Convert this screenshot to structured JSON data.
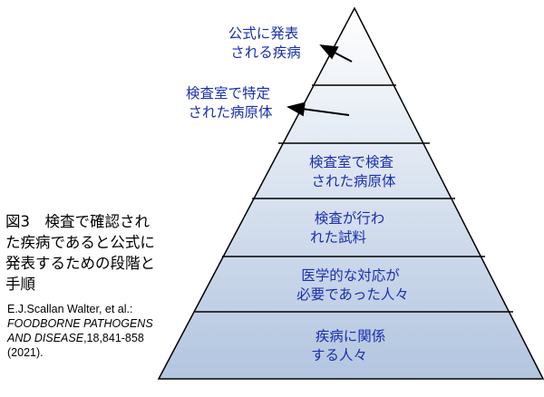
{
  "pyramid_levels": [
    {
      "line1": "",
      "line2": ""
    },
    {
      "line1": "",
      "line2": ""
    },
    {
      "line1": "検査室で検査",
      "line2": "された病原体"
    },
    {
      "line1": "検査が行わ",
      "line2": "れた試料"
    },
    {
      "line1": "医学的な対応が",
      "line2": "必要であった人々"
    },
    {
      "line1": "疾病に関係",
      "line2": "する人々"
    }
  ],
  "callouts": [
    {
      "line1": "公式に発表",
      "line2": "される疾病"
    },
    {
      "line1": "検査室で特定",
      "line2": "された病原体"
    }
  ],
  "caption": {
    "line1": "図3　検査で確認され",
    "line2": "た疾病であると公式に",
    "line3": "発表するための段階と",
    "line4": "手順"
  },
  "reference": {
    "authors": "E.J.Scallan Walter, et al.:",
    "journal_line1": "FOODBORNE PATHOGENS",
    "journal_line2": "AND DISEASE",
    "volume_pages": ",18,841-858",
    "year": "(2021)."
  },
  "colors": {
    "label_text": "#1a2fb0",
    "pyramid_fill_top": "#ffffff",
    "pyramid_fill_bottom": "#b2c5e0",
    "outline": "#000000"
  }
}
